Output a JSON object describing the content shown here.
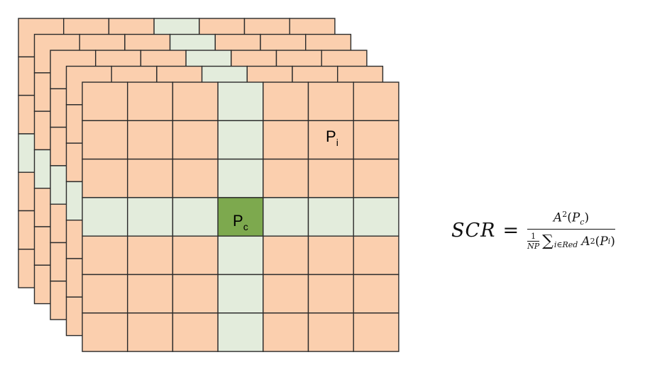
{
  "diagram": {
    "layers": 5,
    "grid_rows": 7,
    "grid_cols": 7,
    "guard_col": 3,
    "guard_row": 3,
    "colors": {
      "background_cell": "#FBCFAE",
      "guard_cell": "#E3ECDC",
      "cut_cell": "#7DA94E",
      "grid_line": "#2B2B2B"
    },
    "labels": {
      "cut_main": "P",
      "cut_sub": "c",
      "ref_main": "P",
      "ref_sub": "i"
    }
  },
  "formula": {
    "lhs": "SCR",
    "equals": "=",
    "numerator_fn": "A",
    "power": "2",
    "cut_arg": "P",
    "cut_sub": "c",
    "np_num": "1",
    "np_den": "NP",
    "sum_symbol": "∑",
    "sum_range": "i∈Red",
    "ref_arg": "P",
    "ref_sub": "i"
  }
}
